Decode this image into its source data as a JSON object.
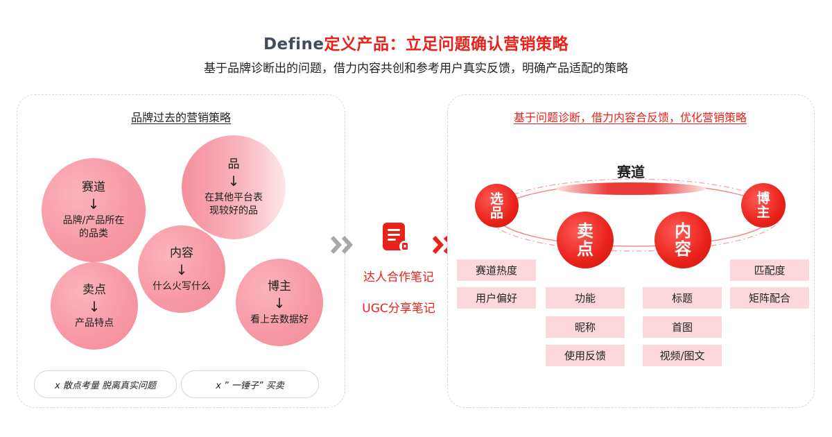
{
  "header": {
    "title_en": "Define",
    "title_cn": "定义产品：立足问题确认营销策略",
    "subtitle": "基于品牌诊断出的问题，借力内容共创和参考用户真实反馈，明确产品适配的策略"
  },
  "left_panel": {
    "title": "品牌过去的营销策略",
    "bubbles": [
      {
        "title": "赛道",
        "arrow": "↓",
        "desc_1": "品牌/产品所在",
        "desc_2": "的品类"
      },
      {
        "title": "品",
        "arrow": "↓",
        "desc_1": "在其他平台表",
        "desc_2": "现较好的品"
      },
      {
        "title": "内容",
        "arrow": "↓",
        "desc_1": "什么火写什么",
        "desc_2": ""
      },
      {
        "title": "卖点",
        "arrow": "↓",
        "desc_1": "产品特点",
        "desc_2": ""
      },
      {
        "title": "博主",
        "arrow": "↓",
        "desc_1": "看上去数据好",
        "desc_2": ""
      }
    ],
    "pills": [
      "x 散点考量 脱离真实问题",
      "x ” 一锤子” 买卖"
    ]
  },
  "middle": {
    "icon": "document-note-icon",
    "labels": [
      "达人合作笔记",
      "UGC分享笔记"
    ],
    "arrow_left": "double-chevron-gray",
    "arrow_right": "double-chevron-red"
  },
  "right_panel": {
    "title": "基于问题诊断，借力内容合反馈，优化营销策略",
    "track_label": "赛道",
    "nodes": {
      "select": [
        "选",
        "品"
      ],
      "blogger": [
        "博",
        "主"
      ],
      "selling": [
        "卖",
        "点"
      ],
      "content": [
        "内",
        "容"
      ]
    },
    "tags": {
      "select": [
        "赛道热度",
        "用户偏好"
      ],
      "selling": [
        "功能",
        "昵称",
        "使用反馈"
      ],
      "content": [
        "标题",
        "首图",
        "视频/图文"
      ],
      "blogger": [
        "匹配度",
        "矩阵配合"
      ]
    }
  },
  "colors": {
    "accent_red": "#e8221b",
    "title_navy": "#444b5e",
    "bubble_pink": "#f79aa6",
    "tag_pink": "#fcd8dc"
  }
}
